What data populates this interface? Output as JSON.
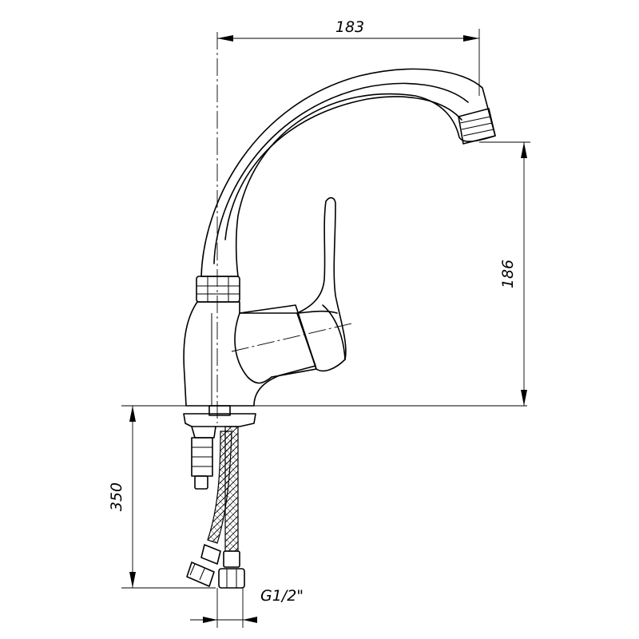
{
  "dimensions": {
    "width": "183",
    "height": "186",
    "hose_length": "350",
    "thread": "G1/2\""
  }
}
